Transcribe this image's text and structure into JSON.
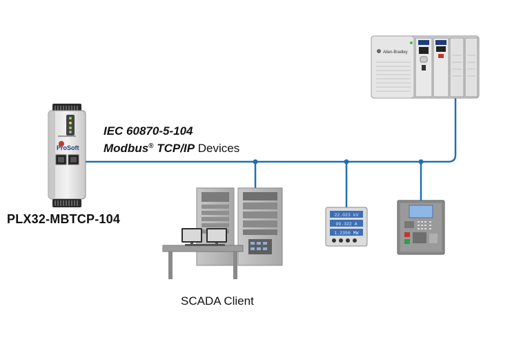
{
  "gateway": {
    "label": "PLX32-MBTCP-104",
    "brand": "ProSoft"
  },
  "protocols": {
    "line1": "IEC 60870-5-104",
    "line2_bold": "Modbus",
    "line2_registered": "®",
    "line2_bold_2": " TCP/IP",
    "line2_plain": " Devices"
  },
  "scada": {
    "label": "SCADA Client"
  },
  "plc": {
    "brand": "Allen-Bradley"
  },
  "meter": {
    "readings": [
      "22.023 kV",
      "99.322 A",
      "1.2356 MW"
    ]
  },
  "colors": {
    "network_line": "#1f6fb2",
    "node": "#1f6fb2",
    "text": "#111111"
  }
}
